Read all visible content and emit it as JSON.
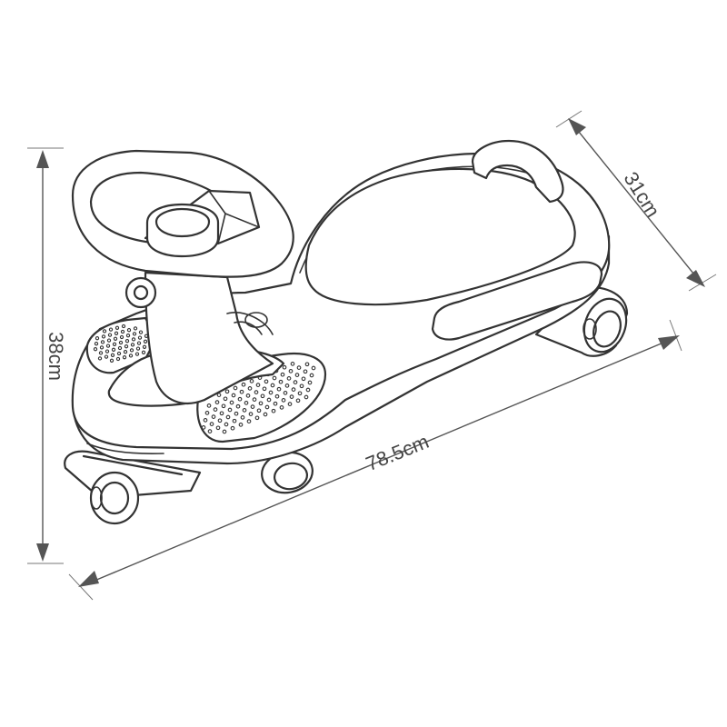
{
  "diagram": {
    "subject": "swing car ride-on toy",
    "dimensions": {
      "length_label": "78.5cm",
      "height_label": "38cm",
      "width_label": "31cm"
    },
    "colors": {
      "outline": "#333333",
      "dimension": "#555555",
      "background": "#ffffff"
    }
  }
}
